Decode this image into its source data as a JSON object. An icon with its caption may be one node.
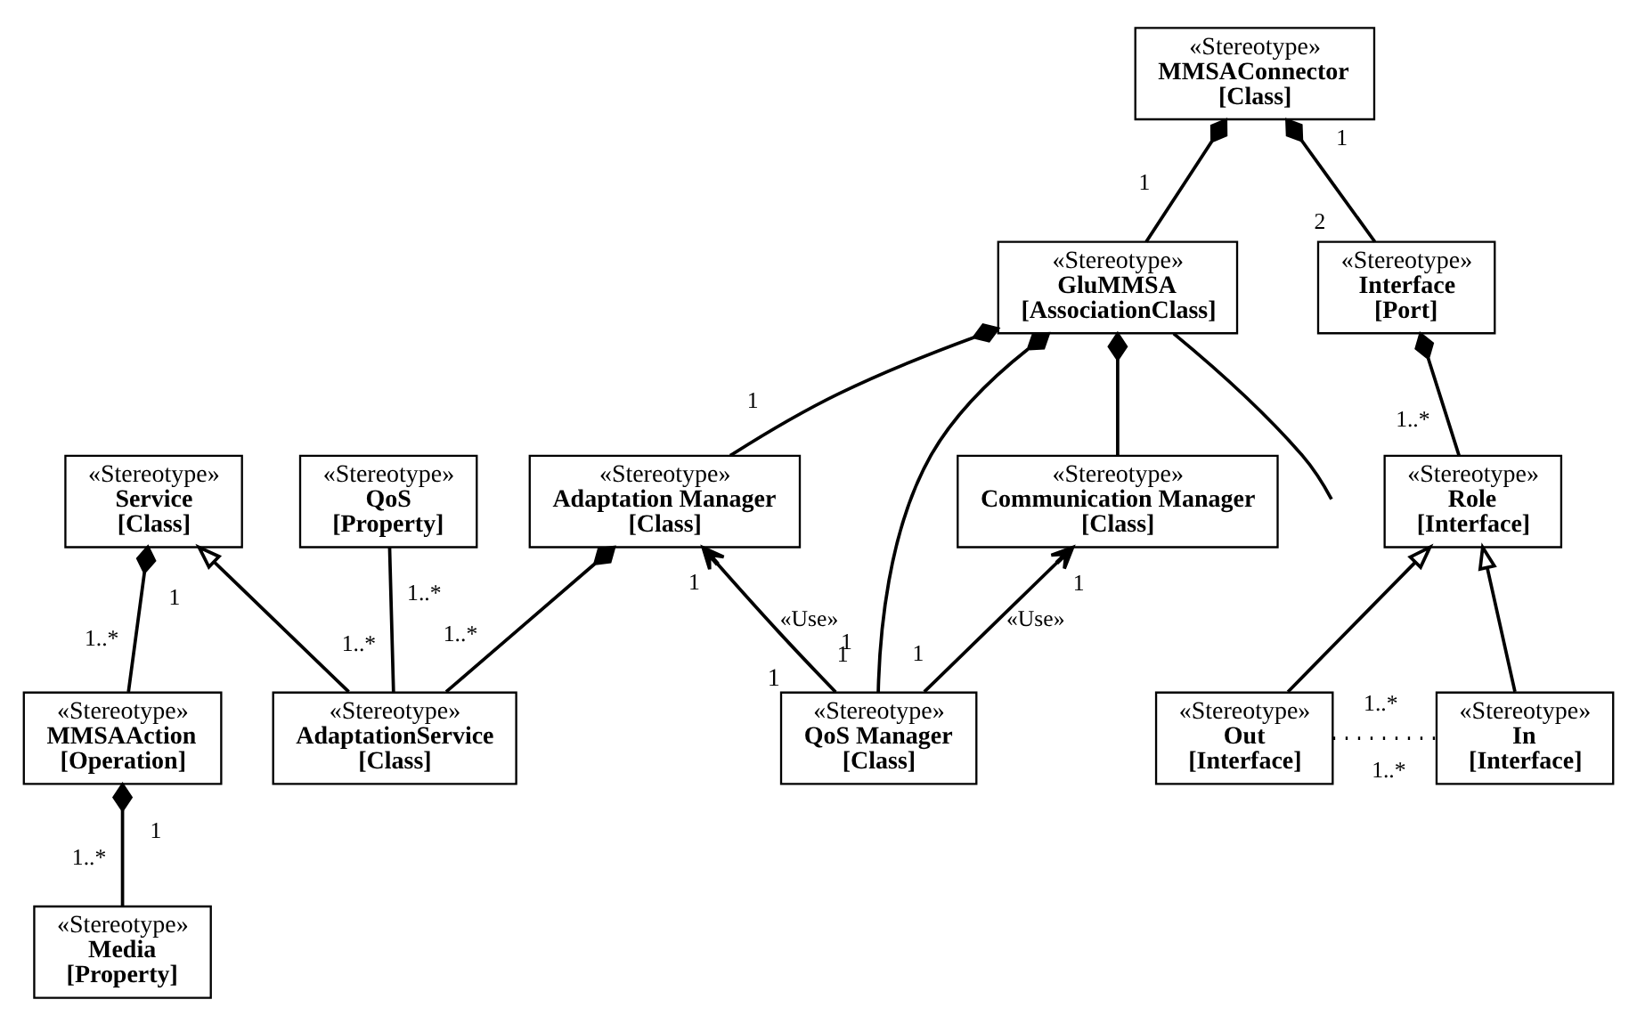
{
  "diagram": {
    "nodes": [
      {
        "text": [
          "«Stereotype»",
          "Service",
          "[Class]"
        ]
      },
      {
        "text": [
          "«Stereotype»",
          "MMSAAction",
          "[Operation]"
        ]
      },
      {
        "text": [
          "«Stereotype»",
          "Media",
          "[Property]"
        ]
      },
      {
        "text": [
          "«Stereotype»",
          "QoS",
          "[Property]"
        ]
      },
      {
        "text": [
          "«Stereotype»",
          "MMSAConnector",
          "[Class]"
        ]
      },
      {
        "text": [
          "«Stereotype»",
          "Interface",
          "[Port]"
        ]
      },
      {
        "text": [
          "«Stereotype»",
          "AdaptationService",
          "[Class]"
        ]
      },
      {
        "text": [
          "«Stereotype»",
          "GluMMSA",
          "[AssociationClass]"
        ]
      },
      {
        "text": [
          "«Stereotype»",
          "Role",
          "[Interface]"
        ]
      },
      {
        "text": [
          "«Stereotype»",
          "Out",
          "[Interface]"
        ]
      },
      {
        "text": [
          "«Stereotype»",
          "In",
          "[Interface]"
        ]
      },
      {
        "text": [
          "«Stereotype»",
          "Adaptation Manager",
          "[Class]"
        ]
      },
      {
        "text": [
          "«Stereotype»",
          "Communication Manager",
          "[Class]"
        ]
      },
      {
        "text": [
          "«Stereotype»",
          "QoS Manager",
          "[Class]"
        ],
        "beside": [
          "1"
        ]
      }
    ],
    "edges": [
      {
        "from": 1,
        "to": 0,
        "arrow": "other"
      },
      {
        "from": 2,
        "to": 1,
        "arrow": "other"
      },
      {
        "from": 6,
        "to": 0,
        "arrow": "to"
      },
      {
        "from": 3,
        "to": 6,
        "arrow": "none"
      },
      {
        "from": 5,
        "to": 4,
        "arrow": "other"
      },
      {
        "from": 7,
        "to": 4,
        "arrow": "other"
      },
      {
        "from": 8,
        "to": 5,
        "arrow": "other"
      },
      {
        "from": 9,
        "to": 8,
        "arrow": "to"
      },
      {
        "from": 10,
        "to": 8,
        "arrow": "to"
      },
      {
        "from": 9,
        "to": 10,
        "arrow": "none",
        "style": "dashed"
      },
      {
        "from": 7,
        "to": null,
        "arrow": "none"
      },
      {
        "from": 6,
        "to": 11,
        "arrow": "other"
      },
      {
        "from": 11,
        "to": 7,
        "arrow": "other"
      },
      {
        "from": 12,
        "to": 7,
        "arrow": "other"
      },
      {
        "from": 13,
        "to": 7,
        "arrow": "other"
      },
      {
        "from": 13,
        "to": 11,
        "arrow": "to",
        "label": "«Use»"
      },
      {
        "from": 13,
        "to": 12,
        "arrow": "to",
        "label": "«Use»"
      }
    ],
    "labels": [
      "1",
      "1..*",
      "1..*",
      "1",
      "1..*",
      "2",
      "1..*",
      "1",
      "1",
      "1..*",
      "1..*",
      "1",
      "1..*",
      "1..*",
      "1",
      "1",
      "1",
      "1",
      "1"
    ]
  }
}
